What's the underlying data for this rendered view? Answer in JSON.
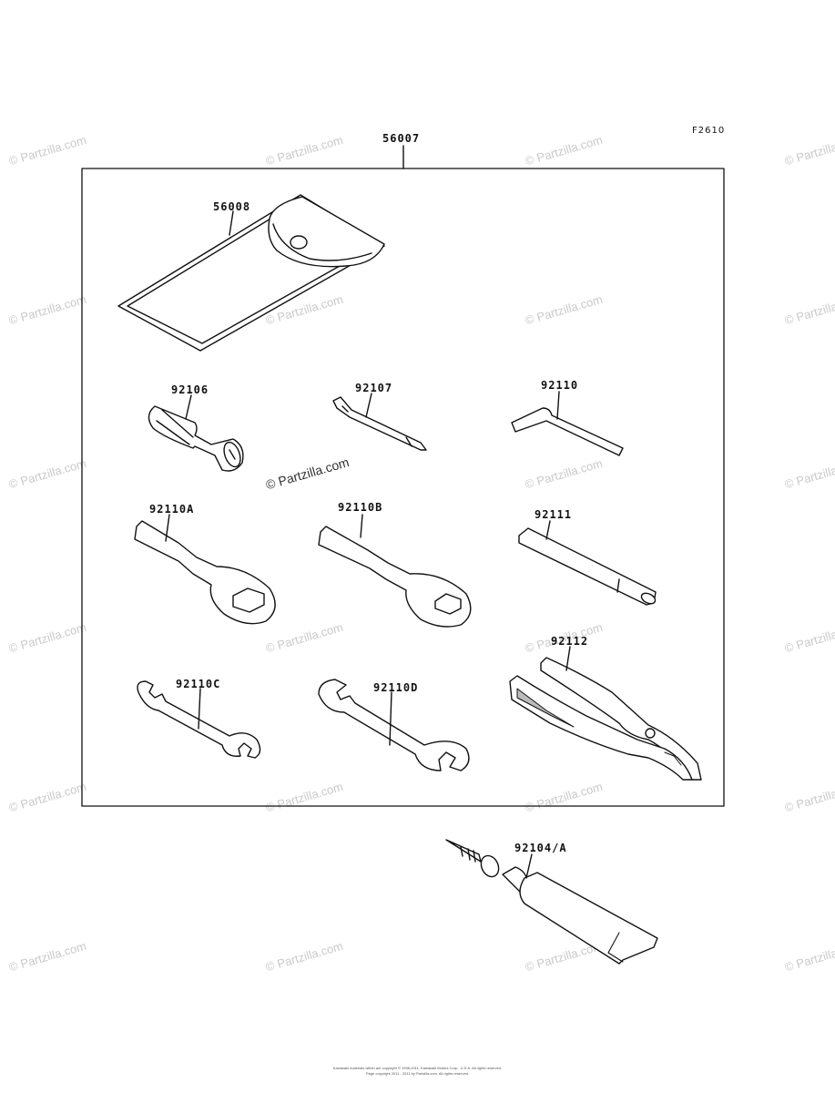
{
  "figure_code": "F2610",
  "parts": {
    "kit": "56007",
    "case": "56008",
    "p92106": "92106",
    "p92107": "92107",
    "p92110": "92110",
    "p92110a": "92110A",
    "p92110b": "92110B",
    "p92111": "92111",
    "p92112": "92112",
    "p92110c": "92110C",
    "p92110d": "92110D",
    "p92104": "92104/A"
  },
  "watermark": "© Partzilla.com",
  "footer": {
    "line1": "Kawasaki materials within are copyright © 1998-2011, Kawasaki Motors Corp., U.S.A. All rights reserved.",
    "line2": "Page copyright 2011 - 2011 by Partzilla.com. All rights reserved."
  }
}
